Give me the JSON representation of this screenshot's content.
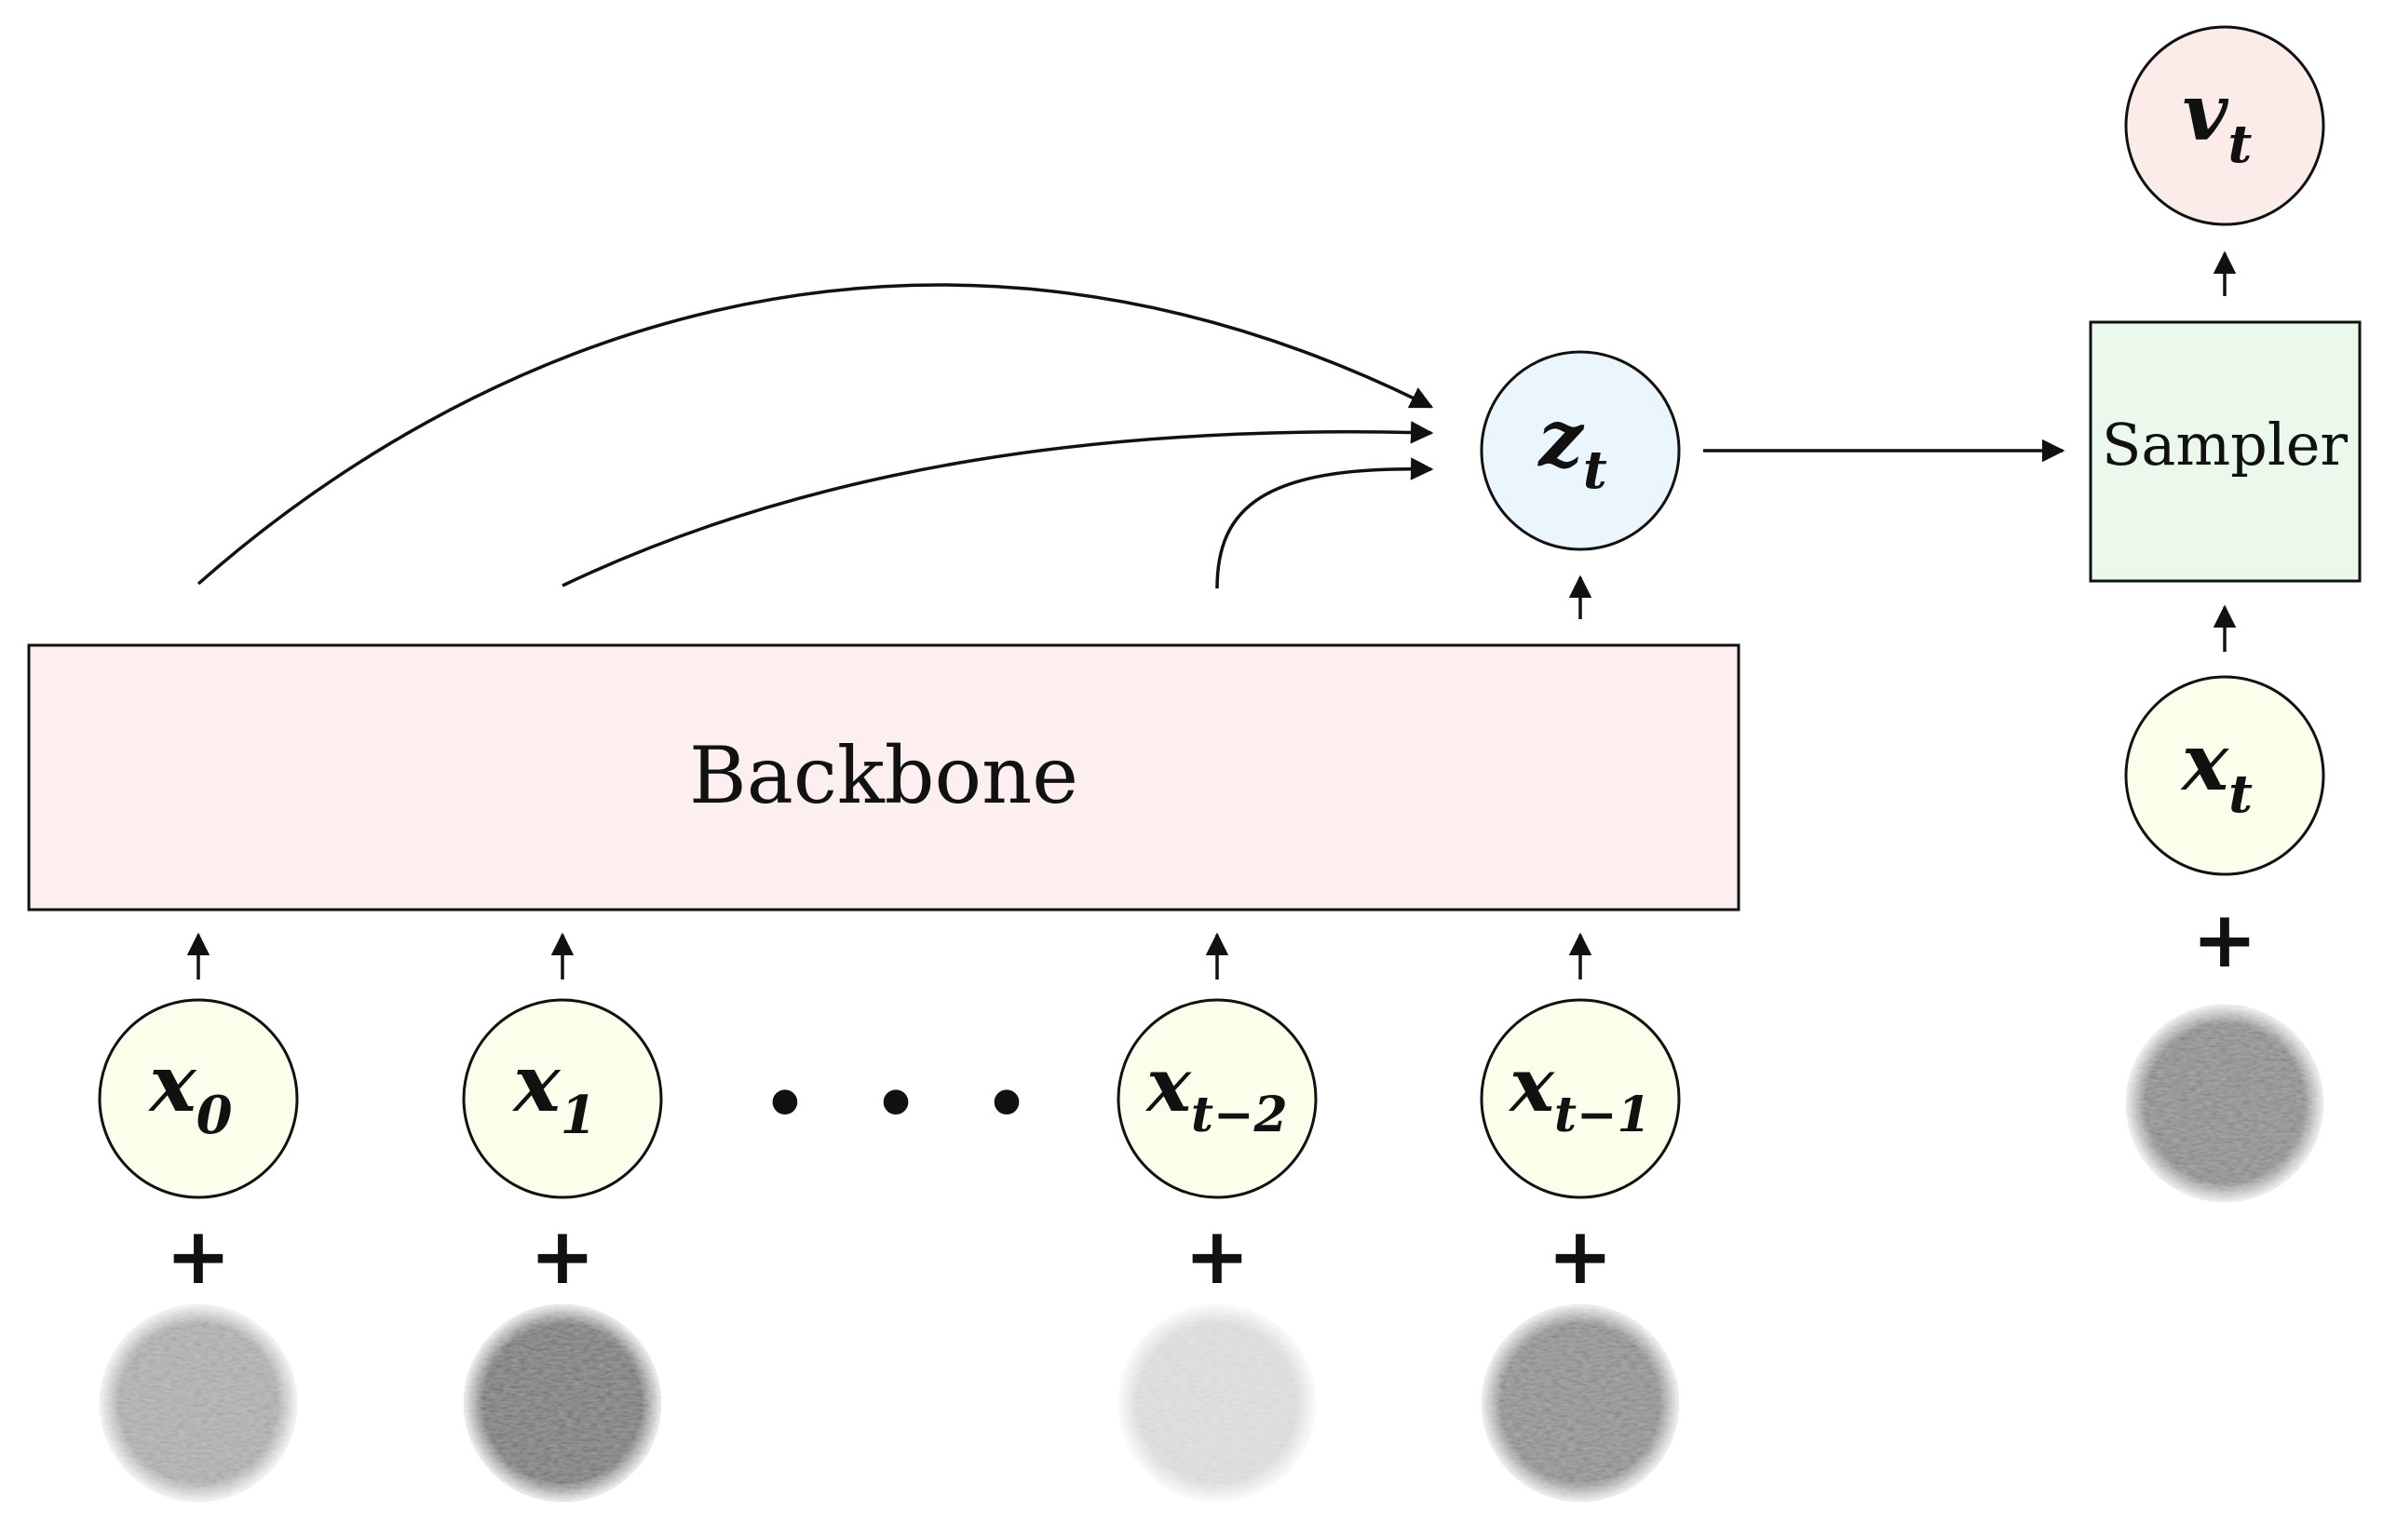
{
  "backbone": {
    "label": "Backbone",
    "fill": "#fdeef0"
  },
  "sampler": {
    "label": "Sampler",
    "fill": "#ebf9ec"
  },
  "latent": {
    "base": "z",
    "sub": "t",
    "fill": "#eaf6fc"
  },
  "output": {
    "base": "v",
    "sub": "t",
    "fill": "#fcece9"
  },
  "input_fill": "#fdfdeb",
  "inputs": [
    {
      "base": "x",
      "sub": "0"
    },
    {
      "base": "x",
      "sub": "1"
    },
    {
      "base": "x",
      "sub": "t−2"
    },
    {
      "base": "x",
      "sub": "t−1"
    }
  ],
  "current_input": {
    "base": "x",
    "sub": "t"
  },
  "ellipsis": "• • •",
  "plus": "+",
  "noise_shades": [
    "#b2b2b2",
    "#6e6e6e",
    "#e2e2e2",
    "#8c8c8c",
    "#8a8a8a"
  ],
  "stroke_color": "#111111"
}
